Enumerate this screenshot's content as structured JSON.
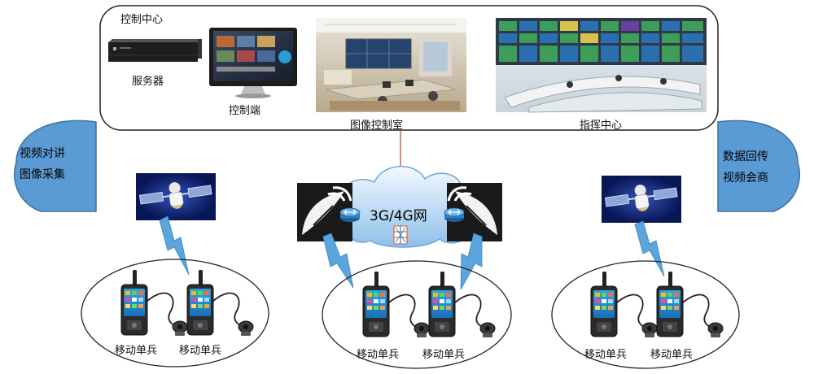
{
  "control_center": {
    "title": "控制中心",
    "items": [
      {
        "label": "服务器"
      },
      {
        "label": "控制端"
      },
      {
        "label": "图像控制室"
      },
      {
        "label": "指挥中心"
      }
    ]
  },
  "network": {
    "label": "3G/4G网"
  },
  "left_bubble": {
    "line1": "视频对讲",
    "line2": "图像采集"
  },
  "right_bubble": {
    "line1": "数据回传",
    "line2": "视频会商"
  },
  "groups": [
    {
      "units": [
        "移动单兵",
        "移动单兵"
      ]
    },
    {
      "units": [
        "移动单兵",
        "移动单兵"
      ]
    },
    {
      "units": [
        "移动单兵",
        "移动单兵"
      ]
    }
  ],
  "colors": {
    "bubble": "#5b9bd5",
    "bubble_stroke": "#41719c",
    "cloud_top": "#e3f1fc",
    "cloud_bottom": "#9cc8ec",
    "bolt": "#5aa6dc",
    "arrow": "#c0392b",
    "satellite_bg": "#0b1f6b"
  }
}
